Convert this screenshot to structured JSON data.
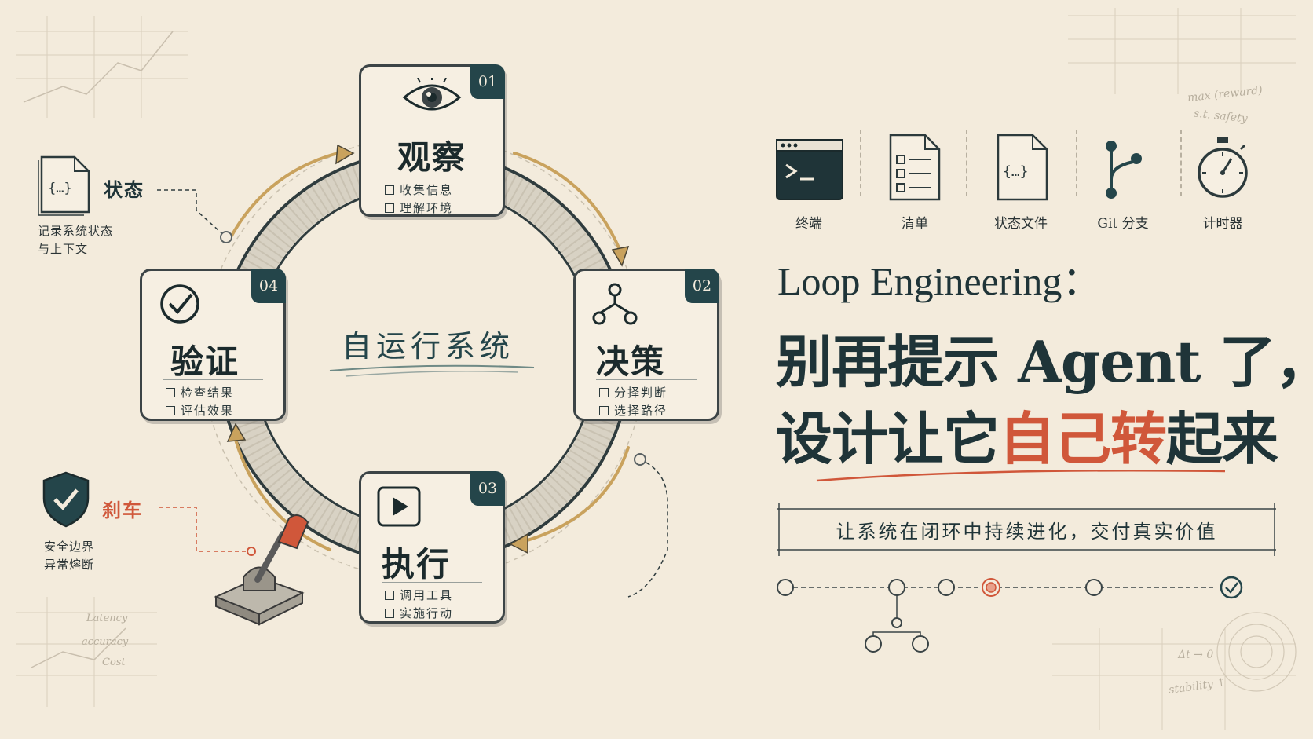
{
  "colors": {
    "background": "#f3ebdc",
    "teal_dark": "#24454a",
    "accent_orange": "#d0573a",
    "ink": "#1f3438"
  },
  "loop": {
    "center_label": "自运行系统",
    "steps": [
      {
        "num": "01",
        "title": "观察",
        "items": [
          "收集信息",
          "理解环境"
        ],
        "icon": "eye-icon"
      },
      {
        "num": "02",
        "title": "决策",
        "items": [
          "分择判断",
          "选择路径"
        ],
        "icon": "branch-nodes-icon"
      },
      {
        "num": "03",
        "title": "执行",
        "items": [
          "调用工具",
          "实施行动"
        ],
        "icon": "play-icon"
      },
      {
        "num": "04",
        "title": "验证",
        "items": [
          "检查结果",
          "评估效果"
        ],
        "icon": "check-circle-icon"
      }
    ]
  },
  "side_state": {
    "title": "状态",
    "desc_line1": "记录系统状态",
    "desc_line2": "与上下文",
    "icon": "file-braces-icon"
  },
  "side_brake": {
    "title": "刹车",
    "desc_line1": "安全边界",
    "desc_line2": "异常熔断",
    "icon": "shield-check-icon"
  },
  "tools": [
    {
      "label": "终端",
      "icon": "terminal-icon"
    },
    {
      "label": "清单",
      "icon": "checklist-icon"
    },
    {
      "label": "状态文件",
      "icon": "file-braces-icon"
    },
    {
      "label": "Git 分支",
      "icon": "git-branch-icon"
    },
    {
      "label": "计时器",
      "icon": "stopwatch-icon"
    }
  ],
  "headline": {
    "line1": "Loop Engineering：",
    "line2": "别再提示 Agent 了，",
    "line3_a": "设计让它",
    "line3_b": "自己转",
    "line3_c": "起来"
  },
  "subtitle": "让系统在闭环中持续进化，交付真实价值",
  "sketch_notes": {
    "top_right_1": "max (reward)",
    "top_right_2": "s.t. safety",
    "bottom_left_1": "Latency",
    "bottom_left_2": "accuracy",
    "bottom_left_3": "Cost",
    "bottom_right_1": "Δt → 0",
    "bottom_right_2": "stability ↑"
  }
}
